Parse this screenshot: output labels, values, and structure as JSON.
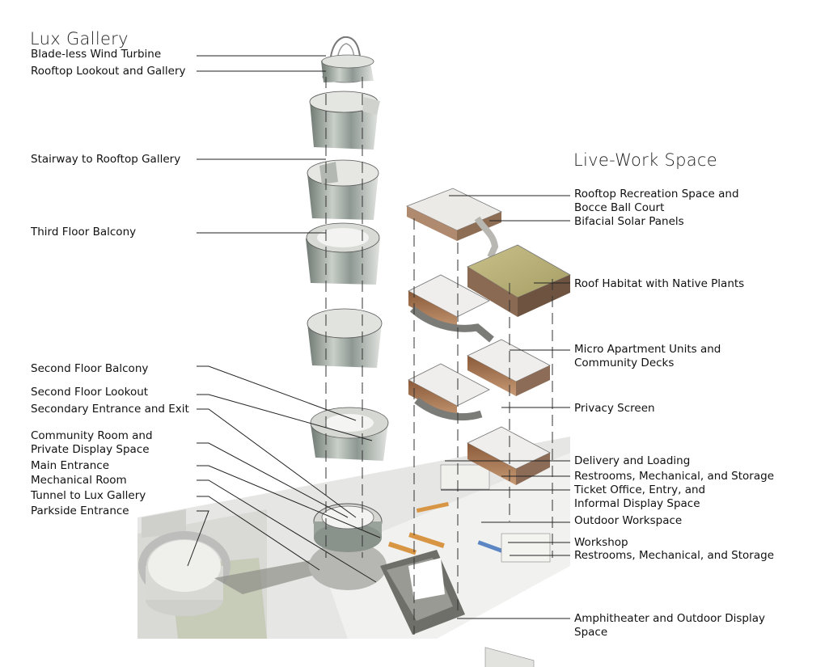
{
  "diagram": {
    "lux_title": "Lux Gallery",
    "live_title": "Live-Work Space",
    "lux_labels": [
      {
        "lines": [
          "Blade-less Wind Turbine"
        ]
      },
      {
        "lines": [
          "Rooftop Lookout and Gallery"
        ]
      },
      {
        "lines": [
          "Stairway to Rooftop Gallery"
        ]
      },
      {
        "lines": [
          "Third Floor Balcony"
        ]
      },
      {
        "lines": [
          "Second Floor Balcony"
        ]
      },
      {
        "lines": [
          "Second Floor Lookout"
        ]
      },
      {
        "lines": [
          "Secondary Entrance and Exit"
        ]
      },
      {
        "lines": [
          "Community Room and",
          "Private Display Space"
        ]
      },
      {
        "lines": [
          "Main Entrance"
        ]
      },
      {
        "lines": [
          "Mechanical Room"
        ]
      },
      {
        "lines": [
          "Tunnel to Lux Gallery"
        ]
      },
      {
        "lines": [
          "Parkside Entrance"
        ]
      }
    ],
    "live_labels": [
      {
        "lines": [
          "Rooftop Recreation Space and",
          "Bocce Ball Court"
        ]
      },
      {
        "lines": [
          "Bifacial Solar Panels"
        ]
      },
      {
        "lines": [
          "Roof Habitat with Native Plants"
        ]
      },
      {
        "lines": [
          "Micro Apartment Units and",
          "Community Decks"
        ]
      },
      {
        "lines": [
          "Privacy Screen"
        ]
      },
      {
        "lines": [
          "Delivery and Loading"
        ]
      },
      {
        "lines": [
          "Restrooms, Mechanical, and Storage"
        ]
      },
      {
        "lines": [
          "Ticket Office, Entry, and",
          "Informal Display Space"
        ]
      },
      {
        "lines": [
          "Outdoor Workspace"
        ]
      },
      {
        "lines": [
          "Workshop"
        ]
      },
      {
        "lines": [
          "Restrooms, Mechanical, and Storage"
        ]
      },
      {
        "lines": [
          "Amphitheater and Outdoor Display",
          "Space"
        ]
      }
    ]
  }
}
